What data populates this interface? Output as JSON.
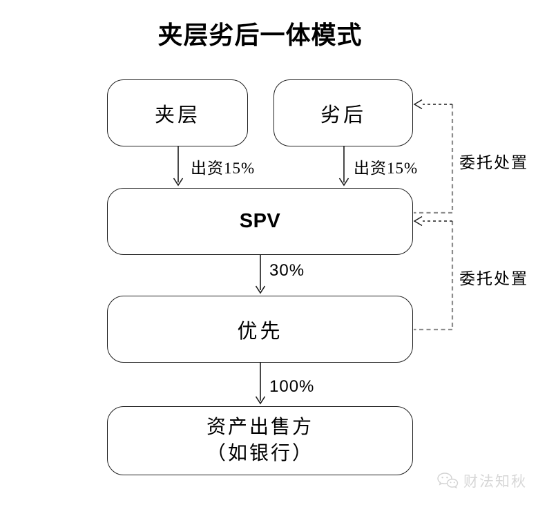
{
  "title": "夹层劣后一体模式",
  "diagram": {
    "nodes": [
      {
        "id": "jiaceng",
        "label": "夹层"
      },
      {
        "id": "liehou",
        "label": "劣后"
      },
      {
        "id": "spv",
        "label": "SPV"
      },
      {
        "id": "youxian",
        "label": "优先"
      },
      {
        "id": "seller",
        "lines": [
          "资产出售方",
          "（如银行）"
        ]
      }
    ],
    "edges": [
      {
        "from": "夹层",
        "to": "SPV",
        "label": "出资15%",
        "style": "solid"
      },
      {
        "from": "劣后",
        "to": "SPV",
        "label": "出资15%",
        "style": "solid"
      },
      {
        "from": "SPV",
        "to": "优先",
        "label": "30%",
        "style": "solid"
      },
      {
        "from": "优先",
        "to": "资产出售方（如银行）",
        "label": "100%",
        "style": "solid"
      },
      {
        "from": "SPV",
        "to": "劣后",
        "label": "委托处置",
        "style": "dashed"
      },
      {
        "from": "优先",
        "to": "SPV",
        "label": "委托处置",
        "style": "dashed"
      }
    ]
  },
  "watermark": {
    "icon": "wechat-icon",
    "text": "财法知秋"
  },
  "colors": {
    "background": "#ffffff",
    "line": "#1a1a1a",
    "box_border": "#1f1f1f",
    "dashed_gray": "#8c8c8c",
    "text": "#000000",
    "watermark": "#d7d7d7"
  }
}
